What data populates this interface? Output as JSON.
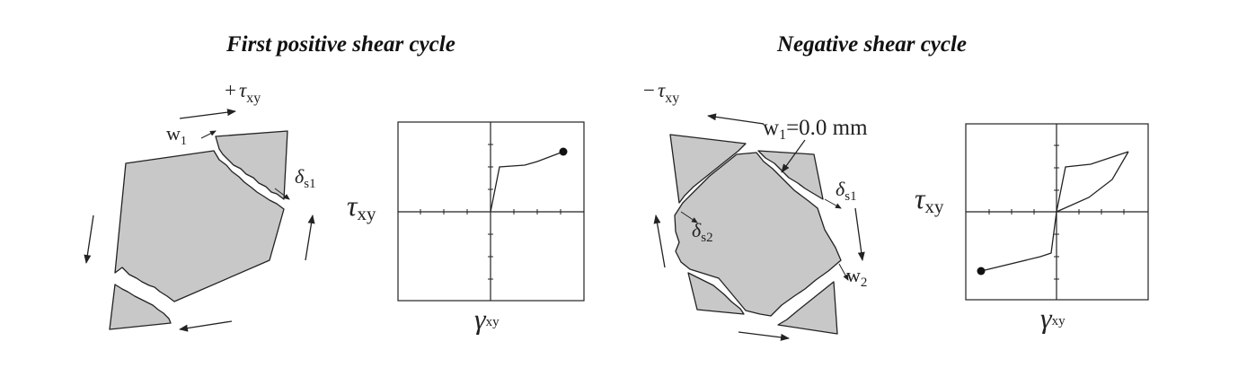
{
  "panels": [
    {
      "title": "First positive shear cycle",
      "load_label": {
        "sign": "+",
        "symbol": "τ",
        "sub": "xy"
      },
      "annotations": {
        "w1": {
          "base": "w",
          "sub": "1"
        },
        "ds1": {
          "base": "δ",
          "sub": "s1"
        }
      },
      "chart": {
        "y_label": {
          "symbol": "τ",
          "sub": "xy"
        },
        "x_label": {
          "symbol": "γ",
          "sub": "xy"
        }
      }
    },
    {
      "title": "Negative shear cycle",
      "load_label": {
        "sign": "−",
        "symbol": "τ",
        "sub": "xy"
      },
      "annotations": {
        "w1": {
          "base": "w",
          "sub": "1",
          "value": "=0.0 mm"
        },
        "ds1": {
          "base": "δ",
          "sub": "s1"
        },
        "ds2": {
          "base": "δ",
          "sub": "s2"
        },
        "w2": {
          "base": "w",
          "sub": "2"
        }
      },
      "chart": {
        "y_label": {
          "symbol": "τ",
          "sub": "xy"
        },
        "x_label": {
          "symbol": "γ",
          "sub": "xy"
        }
      }
    }
  ],
  "colors": {
    "panel_fill": "#c8c8c8",
    "line": "#222222"
  }
}
